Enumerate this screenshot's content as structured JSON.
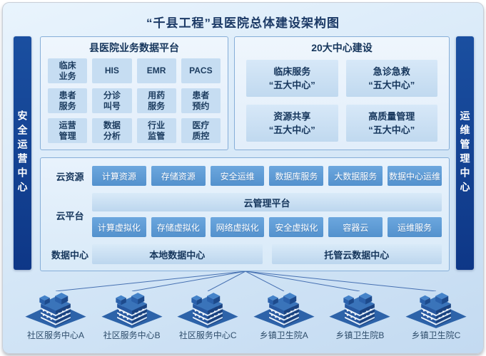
{
  "title": "“千县工程”县医院总体建设架构图",
  "sidebars": {
    "left": "安全运营中心",
    "right": "运维管理中心"
  },
  "business_platform": {
    "title": "县医院业务数据平台",
    "cells": [
      "临床\n业务",
      "HIS",
      "EMR",
      "PACS",
      "患者\n服务",
      "分诊\n叫号",
      "用药\n服务",
      "患者\n预约",
      "运营\n管理",
      "数据\n分析",
      "行业\n监管",
      "医疗\n质控"
    ]
  },
  "centers": {
    "title": "20大中心建设",
    "cells": [
      "临床服务\n“五大中心”",
      "急诊急救\n“五大中心”",
      "资源共享\n“五大中心”",
      "高质量管理\n“五大中心”"
    ]
  },
  "cloud": {
    "resource_row": {
      "label": "云资源",
      "chips": [
        "计算资源",
        "存储资源",
        "安全运维",
        "数据库服务",
        "大数据服务",
        "数据中心运维"
      ]
    },
    "platform_row": {
      "label": "云平台",
      "band": "云管理平台",
      "chips": [
        "计算虚拟化",
        "存储虚拟化",
        "网络虚拟化",
        "安全虚拟化",
        "容器云",
        "运维服务"
      ]
    },
    "datacenter_row": {
      "label": "数据中心",
      "bands": [
        "本地数据中心",
        "托管云数据中心"
      ]
    }
  },
  "facilities": {
    "items": [
      "社区服务中心A",
      "社区服务中心B",
      "社区服务中心C",
      "乡镇卫生院A",
      "乡镇卫生院B",
      "乡镇卫生院C"
    ]
  },
  "colors": {
    "sidebar_blue": "#123f8f",
    "chip_blue": "#5b9bd5",
    "cell_blue": "#c6ddf2",
    "text_navy": "#16365c",
    "line_blue": "#2e5ca6"
  }
}
